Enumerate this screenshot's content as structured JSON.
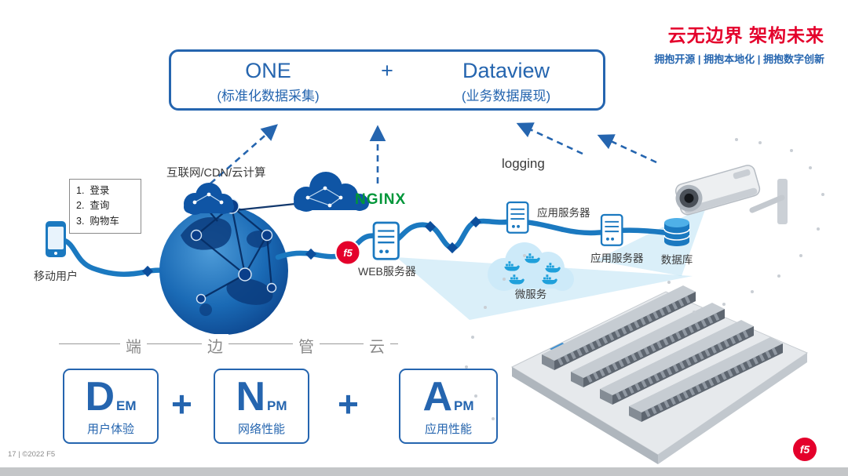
{
  "header": {
    "slogan_main": "云无边界  架构未来",
    "slogan_sub": "拥抱开源 | 拥抱本地化 | 拥抱数字创新"
  },
  "top_box": {
    "one": "ONE",
    "plus": "+",
    "dataview": "Dataview",
    "one_sub": "(标准化数据采集)",
    "dataview_sub": "(业务数据展现)"
  },
  "diagram": {
    "logging": "logging",
    "internet_label": "互联网/CDN/云计算",
    "mobile_user": "移动用户",
    "user_actions": [
      "1.  登录",
      "2.  查询",
      "3.  购物车"
    ],
    "nginx": "NGINX",
    "f5_ball": "f5",
    "web_server": "WEB服务器",
    "app_server_top": "应用服务器",
    "app_server_bottom": "应用服务器",
    "database": "数据库",
    "microservices": "微服务"
  },
  "edge_labels": [
    "端",
    "边",
    "管",
    "云"
  ],
  "metrics": {
    "plus": "+",
    "items": [
      {
        "letter": "D",
        "suffix": "EM",
        "label": "用户体验"
      },
      {
        "letter": "N",
        "suffix": "PM",
        "label": "网络性能"
      },
      {
        "letter": "A",
        "suffix": "PM",
        "label": "应用性能"
      }
    ]
  },
  "footer": {
    "page_info": "17 | ©2022 F5",
    "logo": "f5"
  },
  "colors": {
    "blue": "#2565AF",
    "line_blue": "#1B79C0",
    "red": "#E4002B",
    "nginx_green": "#009639"
  }
}
